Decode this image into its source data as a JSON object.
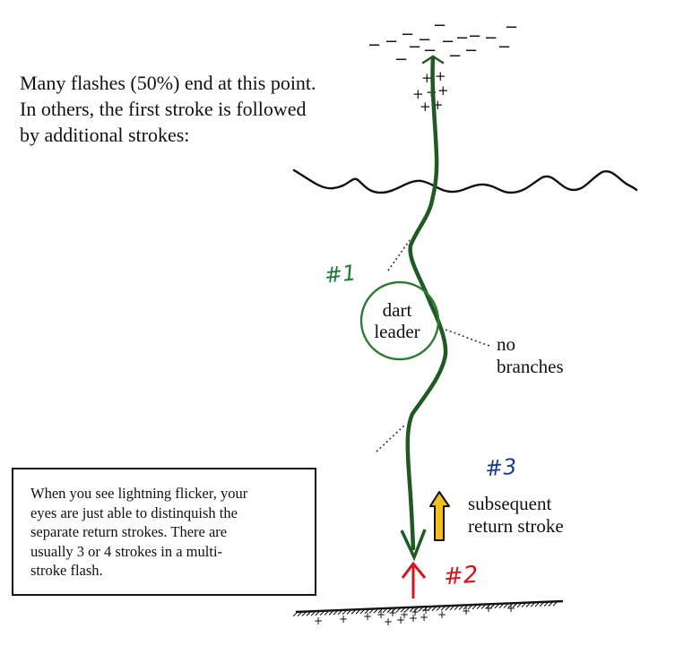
{
  "intro": {
    "lines": [
      "Many flashes (50%) end at this point.",
      "In others, the first stroke is followed",
      "by additional strokes:"
    ]
  },
  "labels": {
    "number_1": "#1",
    "number_2": "#2",
    "number_3": "#3",
    "dart_leader": [
      "dart",
      "leader"
    ],
    "no_branches": [
      "no",
      "branches"
    ],
    "subsequent_return_stroke": [
      "subsequent",
      "return stroke"
    ]
  },
  "note": {
    "lines": [
      "When you see lightning flicker, your",
      "eyes are just able to distinquish the",
      "separate return strokes.  There are",
      "usually 3 or 4 strokes in a multi-",
      "stroke flash."
    ]
  },
  "charge_symbols": {
    "negative": "−",
    "positive": "+"
  },
  "colors": {
    "leader_green": "#1f5a22",
    "circle_green": "#2f7a34",
    "return_red": "#d4141d",
    "return_yellow": "#f2c01c",
    "ink": "#111111"
  }
}
